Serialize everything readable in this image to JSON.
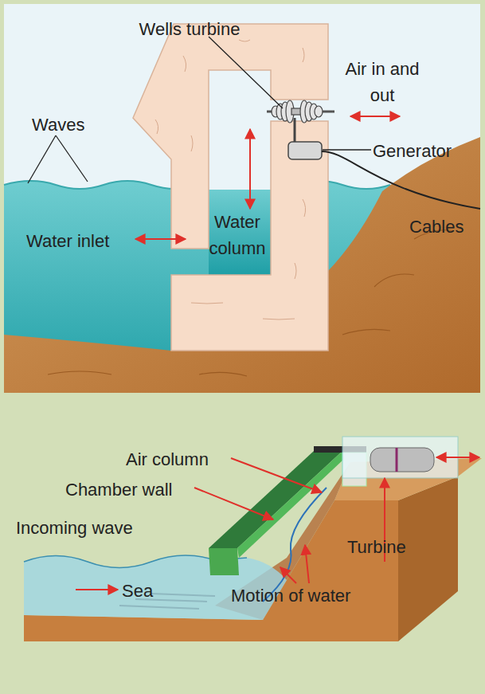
{
  "diagram": {
    "labels": [
      "Wells turbine",
      "Air in and out",
      "Waves",
      "Generator",
      "Water column",
      "Water inlet",
      "Cables",
      "Air column",
      "Chamber wall",
      "Incoming wave",
      "Turbine",
      "Sea",
      "Motion of water"
    ]
  }
}
